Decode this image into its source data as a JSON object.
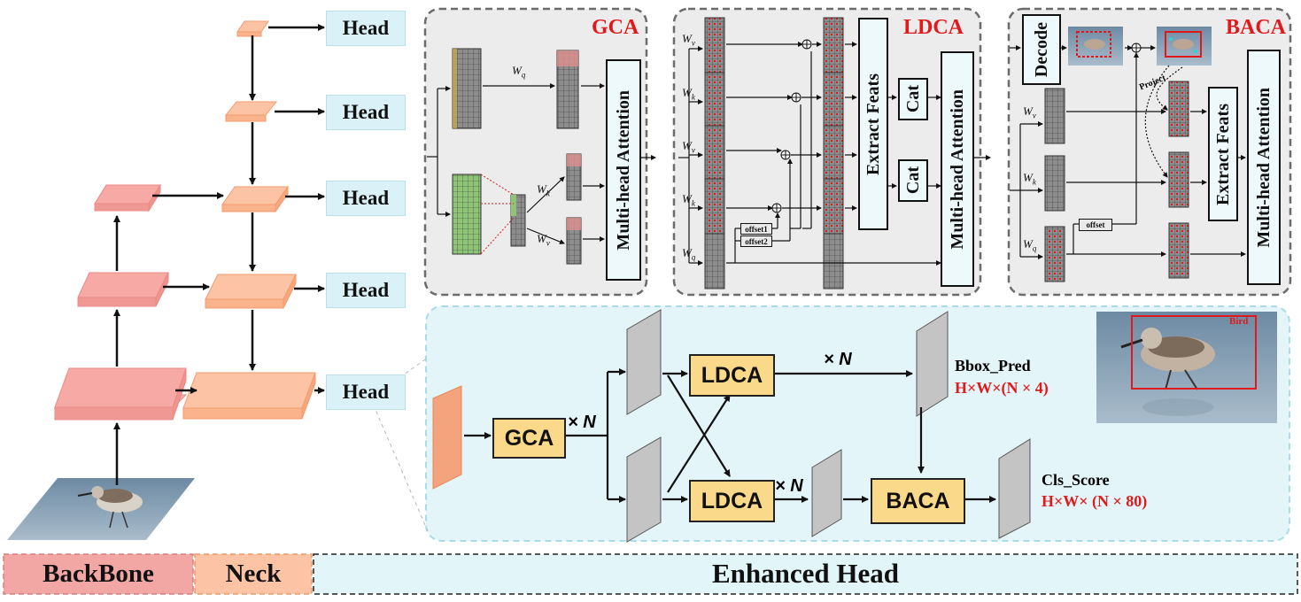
{
  "heads": [
    "Head",
    "Head",
    "Head",
    "Head",
    "Head"
  ],
  "gca": {
    "title": "GCA",
    "wq": "W",
    "wq_sub": "q",
    "wk": "W",
    "wk_sub": "k",
    "wv": "W",
    "wv_sub": "v",
    "mha": "Multi-head Attention"
  },
  "ldca": {
    "title": "LDCA",
    "w_labels": [
      {
        "main": "W",
        "sub": "v"
      },
      {
        "main": "W",
        "sub": "k"
      },
      {
        "main": "W",
        "sub": "v"
      },
      {
        "main": "W",
        "sub": "k"
      },
      {
        "main": "W",
        "sub": "q"
      }
    ],
    "offset1": "offset1",
    "offset2": "offset2",
    "extract": "Extract Feats",
    "cat1": "Cat",
    "cat2": "Cat",
    "mha": "Multi-head Attention"
  },
  "baca": {
    "title": "BACA",
    "decode": "Decode",
    "project": "Project",
    "w_labels": [
      {
        "main": "W",
        "sub": "v"
      },
      {
        "main": "W",
        "sub": "k"
      },
      {
        "main": "W",
        "sub": "q"
      }
    ],
    "offset": "offset",
    "extract": "Extract Feats",
    "mha": "Multi-head Attention"
  },
  "enhanced": {
    "gca": "GCA",
    "times_n_1": "× N",
    "ldca_top": "LDCA",
    "times_n_2": "× N",
    "ldca_bottom": "LDCA",
    "times_n_3": "× N",
    "baca": "BACA",
    "bbox_title": "Bbox_Pred",
    "bbox_dims": "H×W×(N × 4)",
    "cls_title": "Cls_Score",
    "cls_dims": "H×W× (N × 80)",
    "bird_label": "Bird"
  },
  "legend": {
    "backbone": "BackBone",
    "neck": "Neck",
    "head": "Enhanced Head"
  },
  "colors": {
    "backbone": "#f5a3a0",
    "neck": "#fbb995",
    "head_bg": "#e2f5f9",
    "accent_red": "#e0191c",
    "op_fill": "#fbd98a"
  }
}
